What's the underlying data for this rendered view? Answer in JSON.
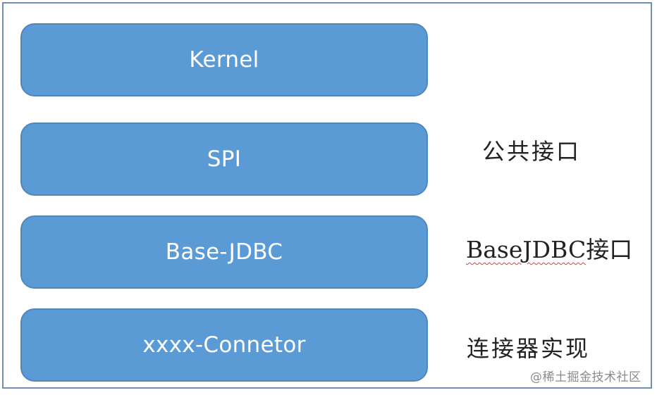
{
  "diagram": {
    "layers": [
      {
        "label": "Kernel"
      },
      {
        "label": "SPI"
      },
      {
        "label": "Base-JDBC"
      },
      {
        "label": "xxxx-Connetor"
      }
    ],
    "annotations": {
      "spi_note": "公共接口",
      "basejdbc_note_latin": "BaseJDBC",
      "basejdbc_note_cjk": "接口",
      "connector_note": "连接器实现"
    }
  },
  "watermark": {
    "text": "@稀土掘金技术社区"
  },
  "colors": {
    "layer_fill": "#5b9bd5",
    "layer_border": "#4f86bd",
    "frame_border": "#6f8fb8",
    "spellcheck_underline": "#e03a3a"
  }
}
